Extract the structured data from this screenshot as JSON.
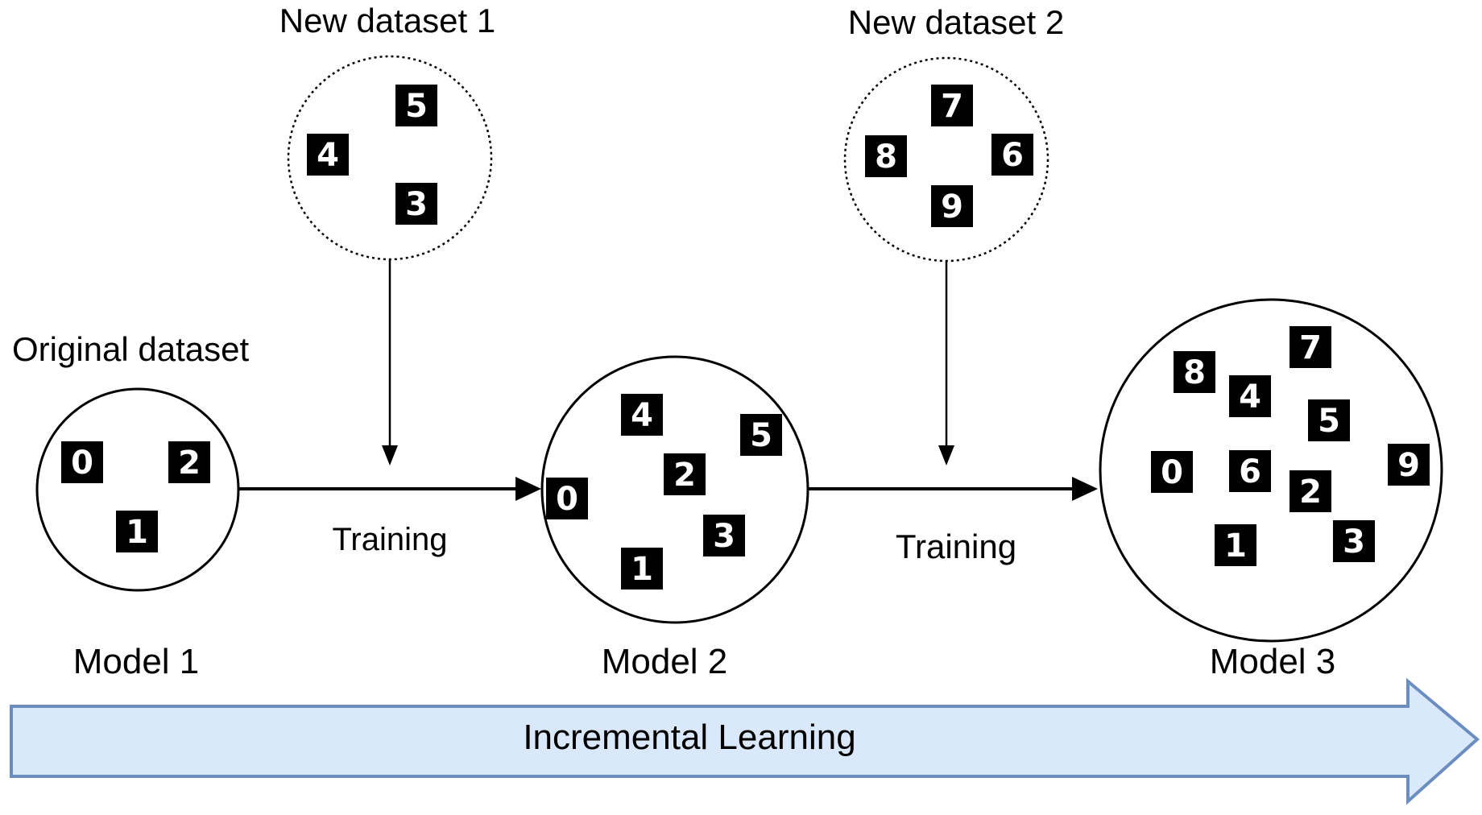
{
  "labels": {
    "new_dataset_1": "New dataset 1",
    "new_dataset_2": "New dataset 2",
    "original_dataset": "Original dataset",
    "training_1": "Training",
    "training_2": "Training",
    "model_1": "Model 1",
    "model_2": "Model 2",
    "model_3": "Model 3",
    "banner": "Incremental Learning"
  },
  "datasets": {
    "new_dataset_1": [
      "5",
      "4",
      "3"
    ],
    "new_dataset_2": [
      "7",
      "8",
      "6",
      "9"
    ],
    "model_1": [
      "0",
      "2",
      "1"
    ],
    "model_2": [
      "4",
      "5",
      "2",
      "0",
      "3",
      "1"
    ],
    "model_3": [
      "8",
      "7",
      "4",
      "5",
      "0",
      "6",
      "9",
      "2",
      "1",
      "3"
    ]
  },
  "colors": {
    "banner_fill": "#dae8fc",
    "banner_stroke": "#6c8ebf",
    "digit_tile": "#000000",
    "digit_stroke": "#ffffff"
  }
}
